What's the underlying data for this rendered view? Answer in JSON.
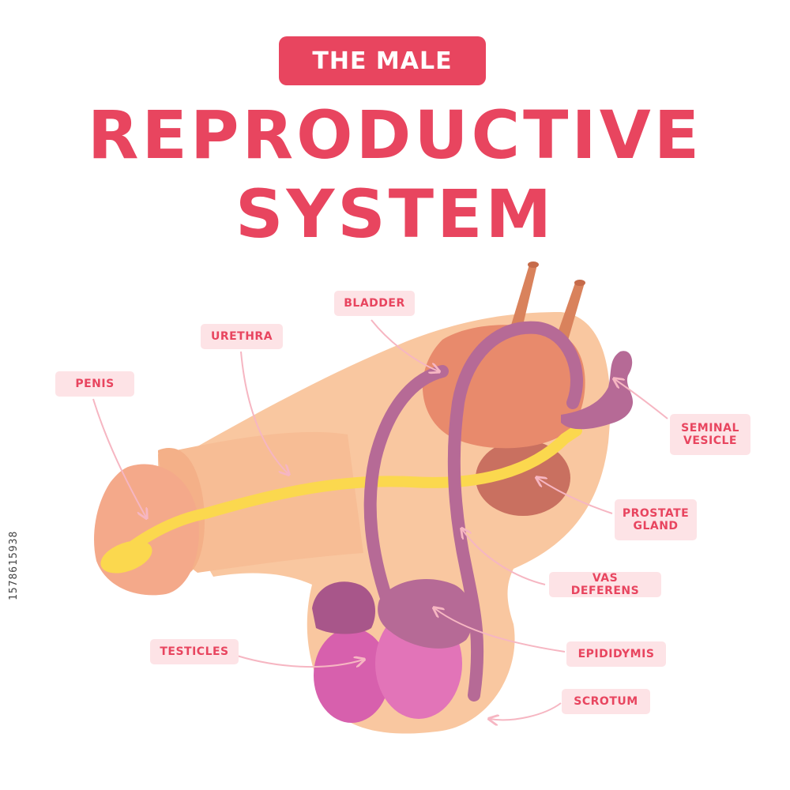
{
  "header": {
    "pill": "THE MALE",
    "line1": "REPRODUCTIVE",
    "line2": "SYSTEM"
  },
  "labels": {
    "bladder": "BLADDER",
    "urethra": "URETHRA",
    "penis": "PENIS",
    "seminal_vesicle_1": "SEMINAL",
    "seminal_vesicle_2": "VESICLE",
    "prostate_1": "PROSTATE",
    "prostate_2": "GLAND",
    "vas_deferens": "VAS DEFERENS",
    "testicles": "TESTICLES",
    "epididymis": "EPIDIDYMIS",
    "scrotum": "SCROTUM"
  },
  "watermark": "1578615938",
  "colors": {
    "accent": "#e8455f",
    "label_bg": "#fde3e6",
    "skin": "#f9c7a0",
    "glans": "#f4a98a",
    "bladder": "#e88a6c",
    "prostate": "#c97060",
    "tubes": "#b66a96",
    "urethra": "#fbd84e",
    "testicle": "#e274b8"
  }
}
